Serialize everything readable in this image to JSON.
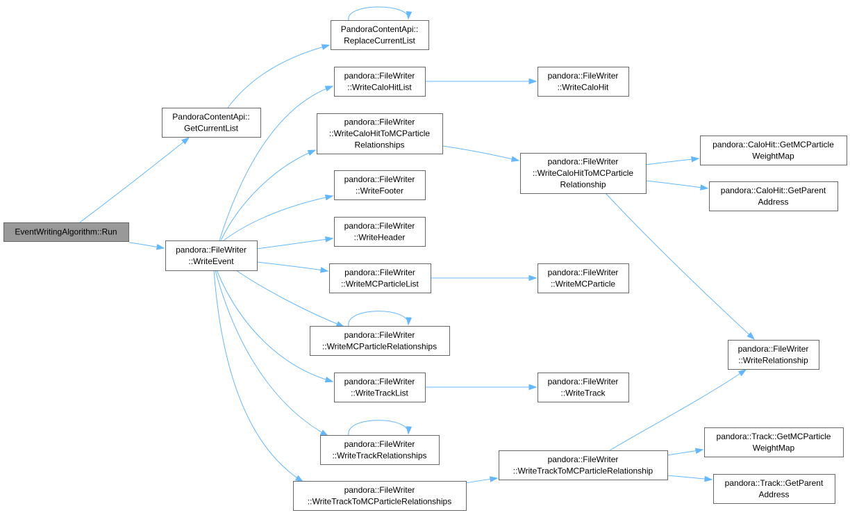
{
  "colors": {
    "edge": "#63b8ff",
    "node_border": "#666666",
    "node_fill": "#ffffff",
    "root_fill": "#999999"
  },
  "nodes": {
    "run": {
      "lines": [
        "EventWritingAlgorithm::Run"
      ]
    },
    "getCurrent": {
      "lines": [
        "PandoraContentApi::",
        "GetCurrentList"
      ]
    },
    "replace": {
      "lines": [
        "PandoraContentApi::",
        "ReplaceCurrentList"
      ]
    },
    "writeEvent": {
      "lines": [
        "pandora::FileWriter",
        "::WriteEvent"
      ]
    },
    "caloHitList": {
      "lines": [
        "pandora::FileWriter",
        "::WriteCaloHitList"
      ]
    },
    "caloHit": {
      "lines": [
        "pandora::FileWriter",
        "::WriteCaloHit"
      ]
    },
    "caloHitToMCs": {
      "lines": [
        "pandora::FileWriter",
        "::WriteCaloHitToMCParticle",
        "Relationships"
      ]
    },
    "caloHitToMC": {
      "lines": [
        "pandora::FileWriter",
        "::WriteCaloHitToMCParticle",
        "Relationship"
      ]
    },
    "caloGetMC": {
      "lines": [
        "pandora::CaloHit::GetMCParticle",
        "WeightMap"
      ]
    },
    "caloGetParent": {
      "lines": [
        "pandora::CaloHit::GetParent",
        "Address"
      ]
    },
    "footer": {
      "lines": [
        "pandora::FileWriter",
        "::WriteFooter"
      ]
    },
    "header": {
      "lines": [
        "pandora::FileWriter",
        "::WriteHeader"
      ]
    },
    "mcList": {
      "lines": [
        "pandora::FileWriter",
        "::WriteMCParticleList"
      ]
    },
    "mcParticle": {
      "lines": [
        "pandora::FileWriter",
        "::WriteMCParticle"
      ]
    },
    "mcRels": {
      "lines": [
        "pandora::FileWriter",
        "::WriteMCParticleRelationships"
      ]
    },
    "relationship": {
      "lines": [
        "pandora::FileWriter",
        "::WriteRelationship"
      ]
    },
    "trackList": {
      "lines": [
        "pandora::FileWriter",
        "::WriteTrackList"
      ]
    },
    "track": {
      "lines": [
        "pandora::FileWriter",
        "::WriteTrack"
      ]
    },
    "trackRels": {
      "lines": [
        "pandora::FileWriter",
        "::WriteTrackRelationships"
      ]
    },
    "trackToMCs": {
      "lines": [
        "pandora::FileWriter",
        "::WriteTrackToMCParticleRelationships"
      ]
    },
    "trackToMC": {
      "lines": [
        "pandora::FileWriter",
        "::WriteTrackToMCParticleRelationship"
      ]
    },
    "trackGetMC": {
      "lines": [
        "pandora::Track::GetMCParticle",
        "WeightMap"
      ]
    },
    "trackGetParent": {
      "lines": [
        "pandora::Track::GetParent",
        "Address"
      ]
    }
  },
  "edges": [
    {
      "from": "run",
      "to": "getCurrent"
    },
    {
      "from": "run",
      "to": "writeEvent"
    },
    {
      "from": "getCurrent",
      "to": "replace"
    },
    {
      "from": "replace",
      "to": "replace"
    },
    {
      "from": "writeEvent",
      "to": "caloHitList"
    },
    {
      "from": "writeEvent",
      "to": "caloHitToMCs"
    },
    {
      "from": "writeEvent",
      "to": "footer"
    },
    {
      "from": "writeEvent",
      "to": "header"
    },
    {
      "from": "writeEvent",
      "to": "mcList"
    },
    {
      "from": "writeEvent",
      "to": "mcRels"
    },
    {
      "from": "writeEvent",
      "to": "trackList"
    },
    {
      "from": "writeEvent",
      "to": "trackRels"
    },
    {
      "from": "writeEvent",
      "to": "trackToMCs"
    },
    {
      "from": "caloHitList",
      "to": "caloHit"
    },
    {
      "from": "caloHitToMCs",
      "to": "caloHitToMC"
    },
    {
      "from": "caloHitToMC",
      "to": "caloGetMC"
    },
    {
      "from": "caloHitToMC",
      "to": "caloGetParent"
    },
    {
      "from": "caloHitToMC",
      "to": "relationship"
    },
    {
      "from": "mcList",
      "to": "mcParticle"
    },
    {
      "from": "mcRels",
      "to": "mcRels"
    },
    {
      "from": "trackList",
      "to": "track"
    },
    {
      "from": "trackRels",
      "to": "trackRels"
    },
    {
      "from": "trackToMCs",
      "to": "trackToMC"
    },
    {
      "from": "trackToMC",
      "to": "relationship"
    },
    {
      "from": "trackToMC",
      "to": "trackGetMC"
    },
    {
      "from": "trackToMC",
      "to": "trackGetParent"
    }
  ]
}
